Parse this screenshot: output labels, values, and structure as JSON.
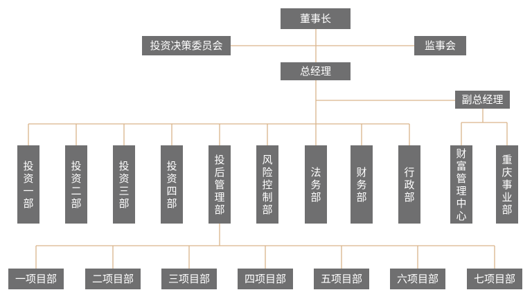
{
  "colors": {
    "box": "#6f6f70",
    "text": "#ffffff",
    "line": "#d9b48a"
  },
  "nodes": {
    "chairman": "董事长",
    "investment_committee": "投资决策委员会",
    "supervisory_board": "监事会",
    "general_manager": "总经理",
    "deputy_general_manager": "副总经理",
    "departments": [
      "投资一部",
      "投资二部",
      "投资三部",
      "投资四部",
      "投后管理部",
      "风险控制部",
      "法务部",
      "财务部",
      "行政部"
    ],
    "deputy_units": [
      "财富管理中心",
      "重庆事业部"
    ],
    "projects": [
      "一项目部",
      "二项目部",
      "三项目部",
      "四项目部",
      "五项目部",
      "六项目部",
      "七项目部"
    ]
  }
}
